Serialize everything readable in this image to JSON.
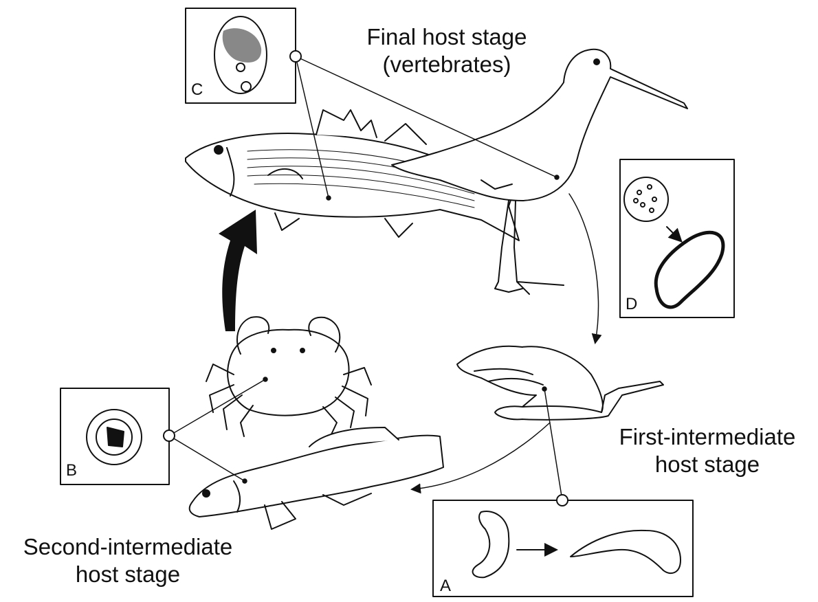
{
  "stages": {
    "final": {
      "line1": "Final host stage",
      "line2": "(vertebrates)"
    },
    "first_intermediate": {
      "line1": "First-intermediate",
      "line2": "host stage"
    },
    "second_intermediate": {
      "line1": "Second-intermediate",
      "line2": "host stage"
    }
  },
  "panels": {
    "a": {
      "letter": "A"
    },
    "b": {
      "letter": "B"
    },
    "c": {
      "letter": "C"
    },
    "d": {
      "letter": "D"
    }
  },
  "hosts": [
    "fish-icon",
    "bird-icon",
    "snail-icon",
    "crab-icon",
    "goby-icon"
  ],
  "colors": {
    "ink": "#111111",
    "background": "#ffffff",
    "tissue": "#888888"
  }
}
